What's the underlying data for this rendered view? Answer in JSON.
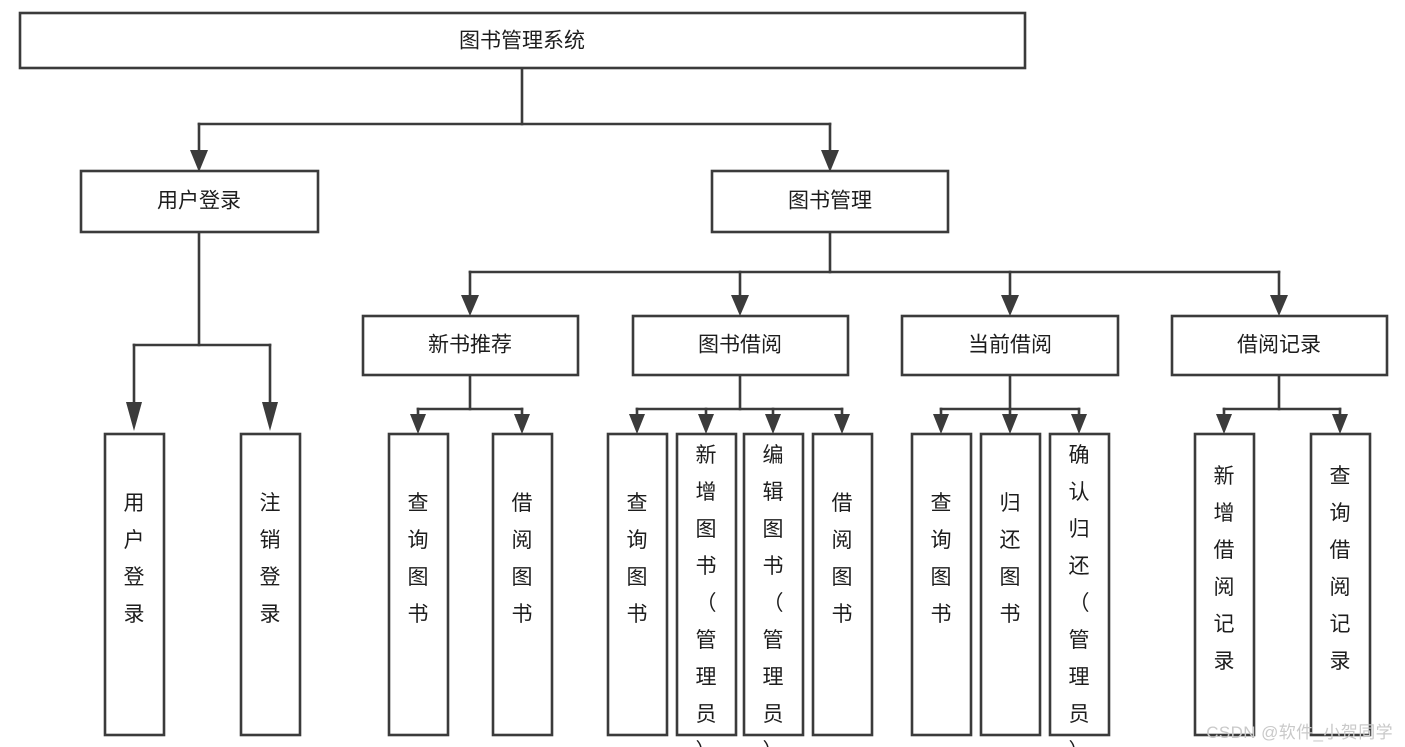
{
  "diagram": {
    "type": "tree-hierarchy",
    "title_node": {
      "id": "root",
      "label": "图书管理系统"
    },
    "level2": [
      {
        "id": "login",
        "label": "用户登录"
      },
      {
        "id": "bookmgmt",
        "label": "图书管理"
      }
    ],
    "level3": [
      {
        "id": "newbook",
        "label": "新书推荐",
        "parent": "bookmgmt"
      },
      {
        "id": "borrow",
        "label": "图书借阅",
        "parent": "bookmgmt"
      },
      {
        "id": "current",
        "label": "当前借阅",
        "parent": "bookmgmt"
      },
      {
        "id": "records",
        "label": "借阅记录",
        "parent": "bookmgmt"
      }
    ],
    "leaves": [
      {
        "id": "leaf-user-login",
        "label": "用户登录",
        "parent": "login"
      },
      {
        "id": "leaf-user-logout",
        "label": "注销登录",
        "parent": "login"
      },
      {
        "id": "leaf-query-book-1",
        "label": "查询图书",
        "parent": "newbook"
      },
      {
        "id": "leaf-borrow-book-1",
        "label": "借阅图书",
        "parent": "newbook"
      },
      {
        "id": "leaf-query-book-2",
        "label": "查询图书",
        "parent": "borrow"
      },
      {
        "id": "leaf-add-book",
        "label": "新增图书（管理员）",
        "parent": "borrow"
      },
      {
        "id": "leaf-edit-book",
        "label": "编辑图书（管理员）",
        "parent": "borrow"
      },
      {
        "id": "leaf-borrow-book-2",
        "label": "借阅图书",
        "parent": "borrow"
      },
      {
        "id": "leaf-query-book-3",
        "label": "查询图书",
        "parent": "current"
      },
      {
        "id": "leaf-return-book",
        "label": "归还图书",
        "parent": "current"
      },
      {
        "id": "leaf-confirm-return",
        "label": "确认归还（管理员）",
        "parent": "current"
      },
      {
        "id": "leaf-add-record",
        "label": "新增借阅记录",
        "parent": "records"
      },
      {
        "id": "leaf-query-record",
        "label": "查询借阅记录",
        "parent": "records"
      }
    ],
    "colors": {
      "stroke": "#3b3b3b",
      "fill": "#ffffff",
      "text": "#1d1d1d",
      "watermark": "#c9c9c9"
    }
  },
  "watermark": {
    "text": "CSDN @软件_小贺同学"
  }
}
